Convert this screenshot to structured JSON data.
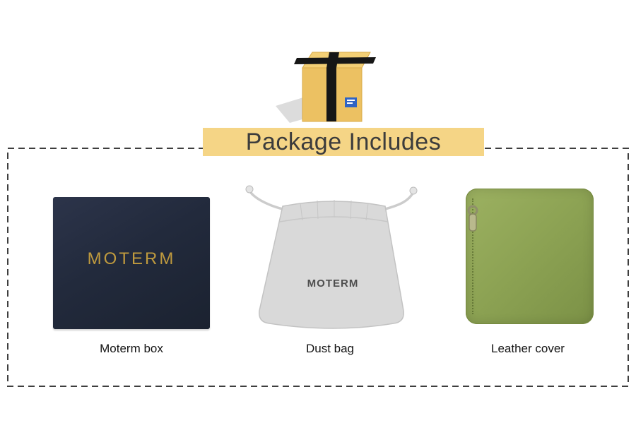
{
  "banner": {
    "title": "Package Includes"
  },
  "items": [
    {
      "label": "Moterm box",
      "product_text": "MOTERM"
    },
    {
      "label": "Dust bag",
      "product_text": "MOTERM"
    },
    {
      "label": "Leather cover",
      "product_text": ""
    }
  ],
  "icons": {
    "header_icon": "cardboard-box-icon",
    "zipper_pull": "zipper-pull-icon"
  },
  "colors": {
    "banner_bg": "#f5d586",
    "panel_dash": "#3e3e3e",
    "moterm_box_navy": "#222a3c",
    "moterm_gold": "#bf9a3e",
    "dust_bag_gray": "#d9d9d9",
    "leather_green": "#8ca253",
    "box_icon_yellow": "#ecc162",
    "box_label_blue": "#2f63c4"
  }
}
